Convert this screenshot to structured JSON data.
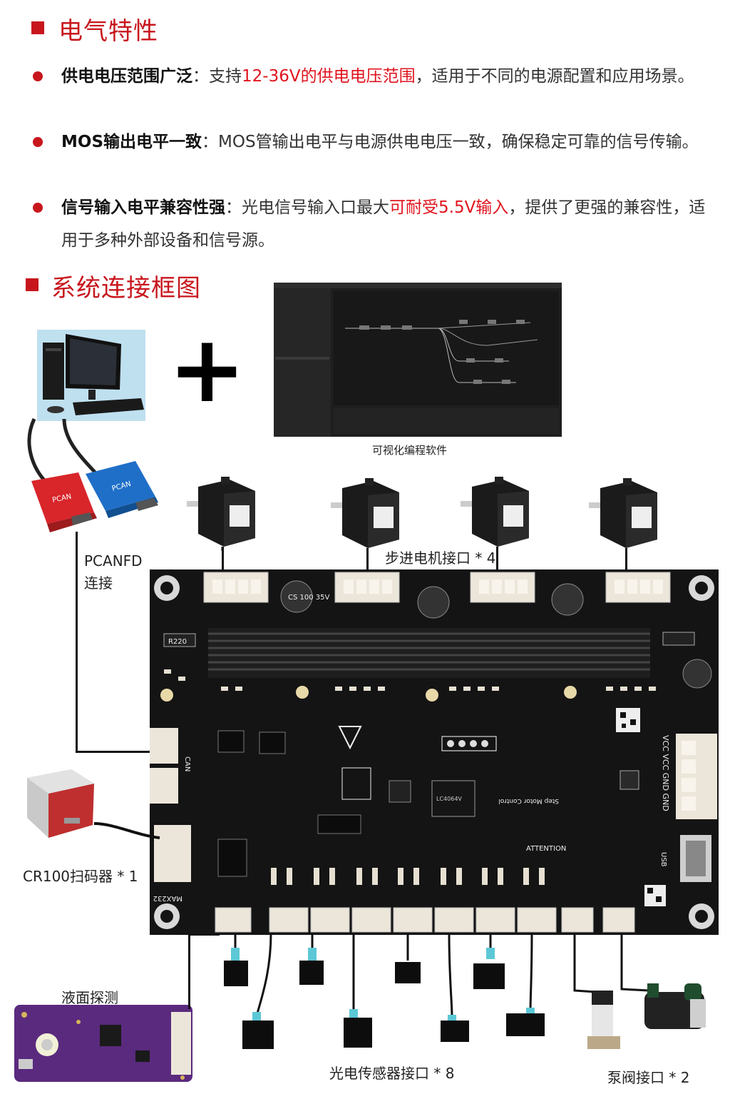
{
  "sections": {
    "electrical": {
      "title": "电气特性"
    },
    "system": {
      "title": "系统连接框图"
    }
  },
  "bullets": [
    {
      "bold": "供电电压范围广泛",
      "sep": "：",
      "pre": "支持",
      "highlight": "12-36V的供电电压范围",
      "post": "，适用于不同的电源配置和应用场景。"
    },
    {
      "bold": "MOS输出电平一致",
      "sep": "：",
      "pre": "MOS管输出电平与电源供电电压一致，确保稳定可靠的信号传输。",
      "highlight": "",
      "post": ""
    },
    {
      "bold": "信号输入电平兼容性强",
      "sep": "：",
      "pre": "光电信号输入口最大",
      "highlight": "可耐受5.5V输入",
      "post": "，提供了更强的兼容性，适用于多种外部设备和信号源。"
    }
  ],
  "diagram": {
    "plus_sign": "+",
    "software_caption": "可视化编程软件",
    "pcanfd_label_1": "PCANFD",
    "pcanfd_label_2": "连接",
    "stepper_label": "步进电机接口 * 4",
    "scanner_label": "CR100扫码器 * 1",
    "level_label": "液面探测",
    "photo_label": "光电传感器接口 * 8",
    "pump_label": "泵阀接口 * 2",
    "pcan_red_text": "PCAN",
    "pcan_blue_text": "PCAN",
    "board_texts": {
      "attention": "ATTENTION",
      "usb": "USB",
      "can": "CAN",
      "max232": "MAX232",
      "power": "VCC VCC GND GND",
      "r220": "R220",
      "cap": "CS 100 35V",
      "title1": "Step Motor Control",
      "chip": "LC4064V"
    },
    "colors": {
      "accent": "#c8161d",
      "highlight": "#e0141e",
      "pcb": "#141414",
      "connector": "#ece6da",
      "pcan_red": "#d8262b",
      "pcan_blue": "#1f6fc8",
      "level_board": "#5a2a7e"
    }
  }
}
